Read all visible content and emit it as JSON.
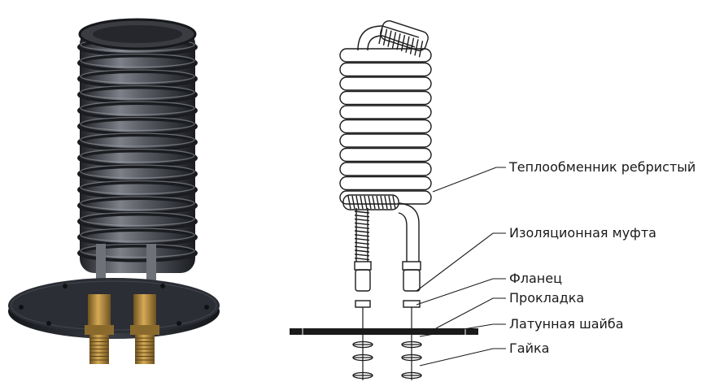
{
  "labels": {
    "heat_exchanger": "Теплообменник ребристый",
    "insulation_coupling": "Изоляционная муфта",
    "flange": "Фланец",
    "gasket": "Прокладка",
    "brass_washer": "Латунная шайба",
    "nut": "Гайка"
  },
  "colors": {
    "line": "#1a1a1a",
    "coil_dark": "#2a2c30",
    "coil_light": "#8a8d94",
    "brass": "#b58a3a",
    "flange": "#1f2126"
  }
}
